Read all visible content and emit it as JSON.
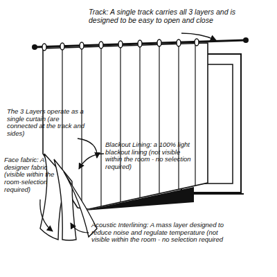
{
  "diagram": {
    "labels": [
      "Track: A single track carries all 3 layers and is designed to be easy to open and close",
      "The 3 Layers operate as a single curtain (are connected at the track and sides)",
      "Blackout Lining: a 100% light blackout lining (not visible within the room - no selection required)",
      "Face fabric: A designer fabric (visible within the room-selection required)",
      "Acoustic Interlining: A mass layer designed to reduce noise and regulate temperature (not visible within the room - no selection required"
    ]
  }
}
